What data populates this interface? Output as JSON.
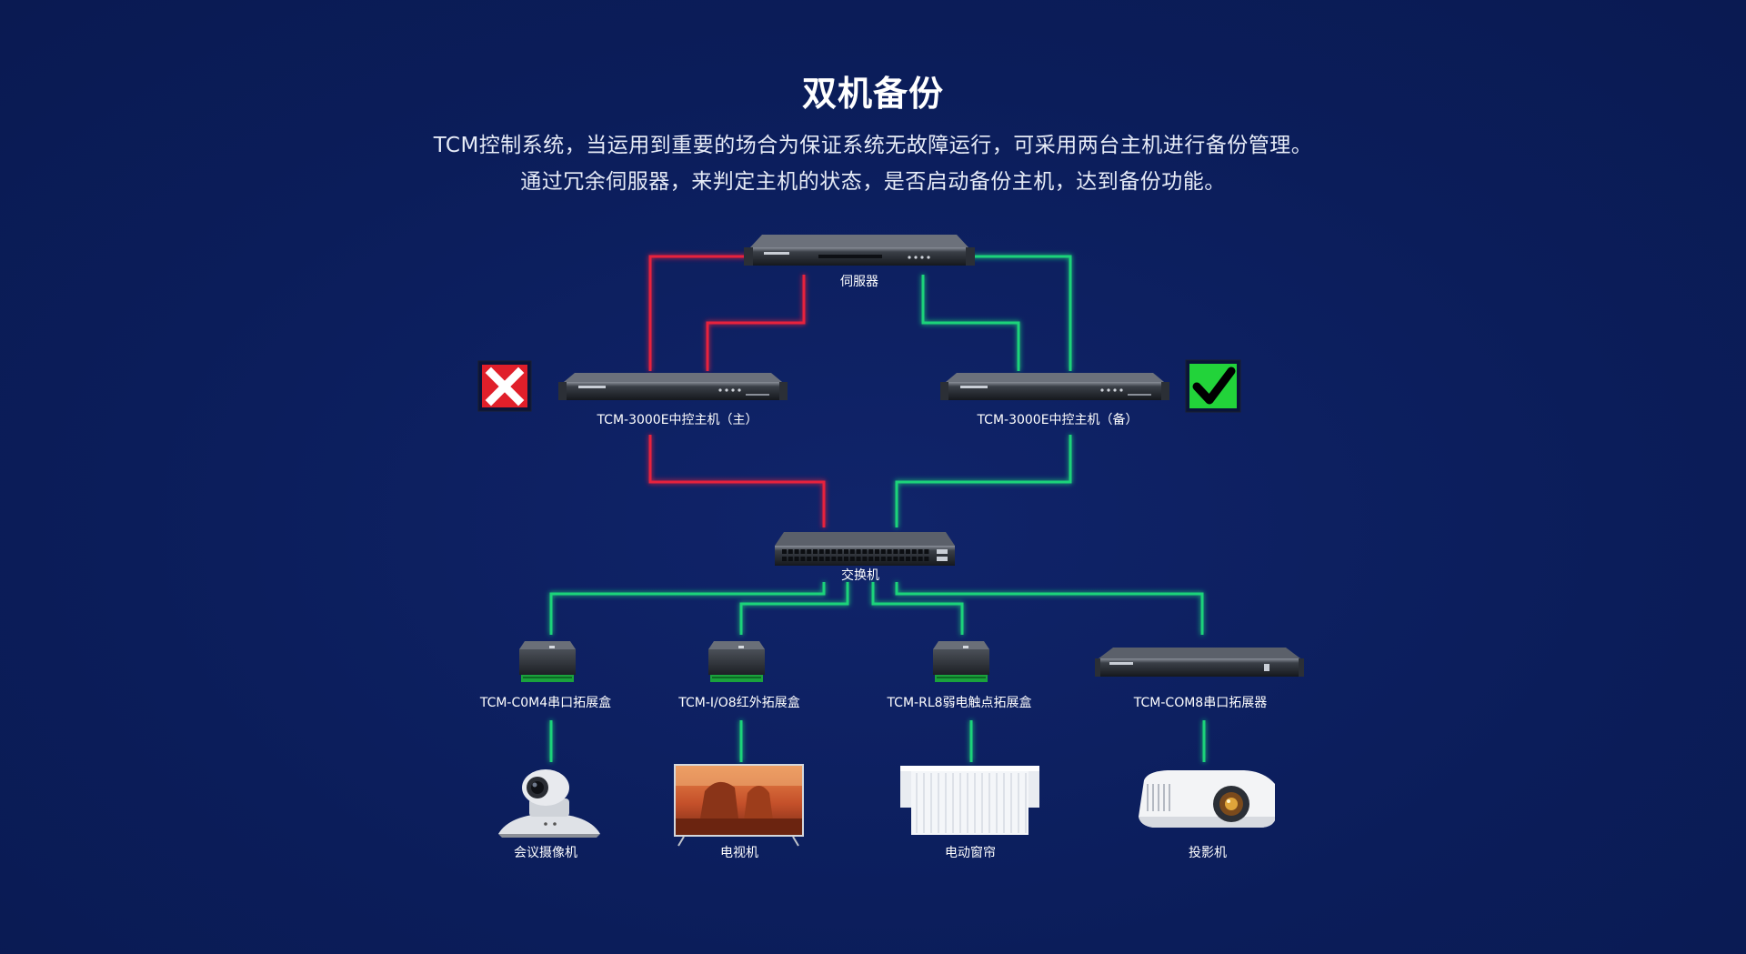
{
  "title": "双机备份",
  "description": [
    "TCM控制系统，当运用到重要的场合为保证系统无故障运行，可采用两台主机进行备份管理。",
    "通过冗余伺服器，来判定主机的状态，是否启动备份主机，达到备份功能。"
  ],
  "colors": {
    "background": "#0b1d5a",
    "fail_line": "#e8233c",
    "ok_line": "#1fd37a",
    "fail_badge": "#e01f2a",
    "ok_badge": "#22d33a"
  },
  "nodes": {
    "server": {
      "label": "伺服器"
    },
    "host_main": {
      "label": "TCM-3000E中控主机（主）",
      "status": "fail",
      "status_icon": "cross-icon"
    },
    "host_backup": {
      "label": "TCM-3000E中控主机（备）",
      "status": "ok",
      "status_icon": "check-icon"
    },
    "switch": {
      "label": "交换机"
    },
    "expanders": [
      {
        "label": "TCM-C0M4串口拓展盒"
      },
      {
        "label": "TCM-I/O8红外拓展盒"
      },
      {
        "label": "TCM-RL8弱电触点拓展盒"
      },
      {
        "label": "TCM-COM8串口拓展器"
      }
    ],
    "endpoints": [
      {
        "label": "会议摄像机",
        "icon": "ptz-camera-icon"
      },
      {
        "label": "电视机",
        "icon": "television-icon"
      },
      {
        "label": "电动窗帘",
        "icon": "curtain-icon"
      },
      {
        "label": "投影机",
        "icon": "projector-icon"
      }
    ]
  }
}
